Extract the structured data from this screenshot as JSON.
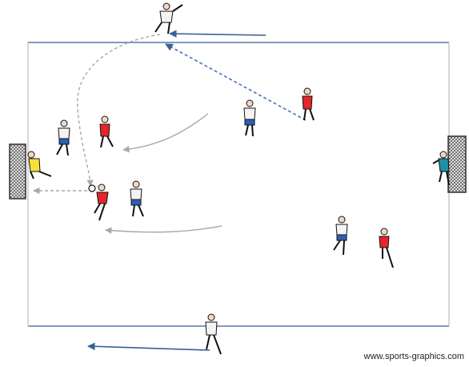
{
  "diagram": {
    "credit": "www.sports-graphics.com",
    "colors": {
      "pitch_line": "#c8c8c8",
      "touchline": "#7d9ac0",
      "run_arrow": "#3a5f9a",
      "pass_path": "#4a72b8",
      "ball_path": "#a8a8a8",
      "team_red_shirt": "#e4262a",
      "team_white_shirt": "#f4f4f4",
      "team_white_shorts": "#2f5fb5",
      "keeper_left": "#f2e23a",
      "keeper_right": "#1f8fa6",
      "goal_net": "#666666",
      "player_outline": "#111111"
    },
    "players": [
      {
        "role": "wide-player",
        "team": "white",
        "icon": "player-top-wide-icon"
      },
      {
        "role": "forward",
        "team": "red",
        "icon": "player-red-top-right-icon"
      },
      {
        "role": "midfielder",
        "team": "white",
        "icon": "player-white-center-icon"
      },
      {
        "role": "forward",
        "team": "red",
        "icon": "player-red-upper-left-icon"
      },
      {
        "role": "defender",
        "team": "white",
        "icon": "player-white-upper-left-icon"
      },
      {
        "role": "forward",
        "team": "red",
        "icon": "player-red-with-ball-icon"
      },
      {
        "role": "defender",
        "team": "white",
        "icon": "player-white-lower-left-icon"
      },
      {
        "role": "defender",
        "team": "white",
        "icon": "player-white-right-icon"
      },
      {
        "role": "forward",
        "team": "red",
        "icon": "player-red-right-icon"
      },
      {
        "role": "wide-player",
        "team": "white",
        "icon": "player-bottom-wide-icon"
      },
      {
        "role": "goalkeeper",
        "team": "yellow",
        "icon": "goalkeeper-left-icon"
      },
      {
        "role": "goalkeeper",
        "team": "teal",
        "icon": "goalkeeper-right-icon"
      }
    ]
  }
}
